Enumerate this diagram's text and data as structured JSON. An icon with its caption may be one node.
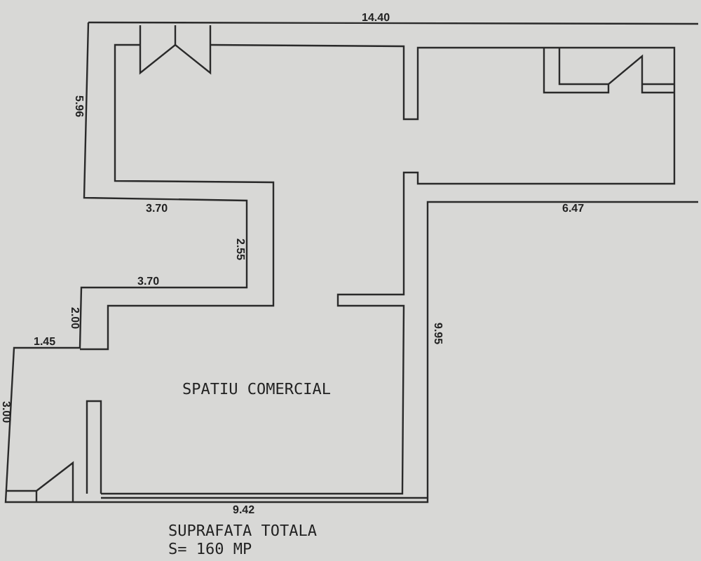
{
  "diagram": {
    "labels": [
      "14.40",
      "5.96",
      "3.70",
      "2.55",
      "3.70",
      "2.00",
      "1.45",
      "3.00",
      "6.47",
      "9.95",
      "SPATIU COMERCIAL",
      "9.42",
      "SUPRAFATA TOTALA",
      "S= 160 MP"
    ]
  }
}
